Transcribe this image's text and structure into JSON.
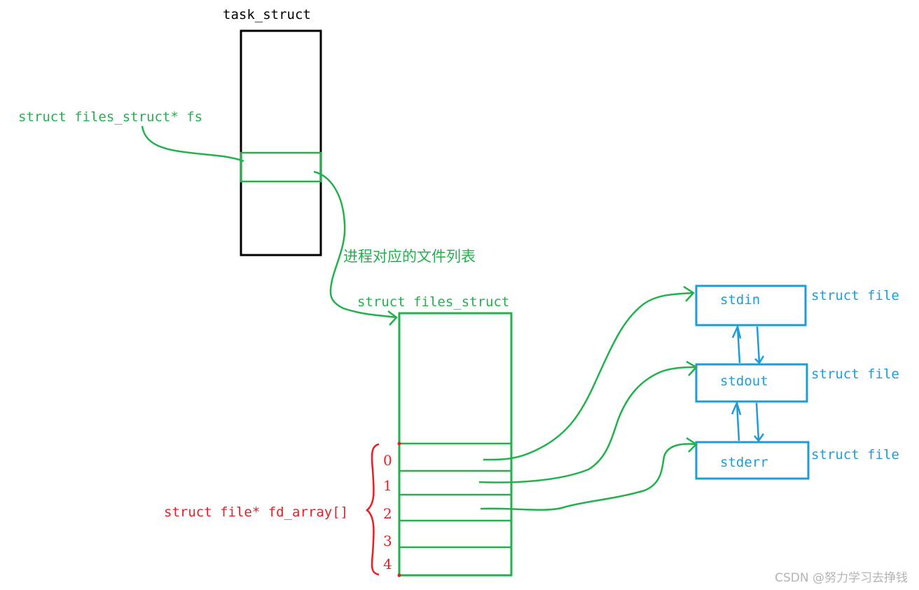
{
  "labels": {
    "task_struct": "task_struct",
    "fs_pointer": "struct files_struct* fs",
    "process_file_list": "进程对应的文件列表",
    "files_struct": "struct files_struct",
    "fd_array": "struct file* fd_array[]",
    "watermark": "CSDN @努力学习去挣钱"
  },
  "fd_indices": [
    "0",
    "1",
    "2",
    "3",
    "4"
  ],
  "files": [
    {
      "name": "stdin",
      "type_label": "struct file"
    },
    {
      "name": "stdout",
      "type_label": "struct file"
    },
    {
      "name": "stderr",
      "type_label": "struct file"
    }
  ],
  "colors": {
    "black": "#000000",
    "green": "#22b14c",
    "red": "#ed1c24",
    "blue": "#1e9cd8",
    "watermark": "#b4b4b4"
  }
}
